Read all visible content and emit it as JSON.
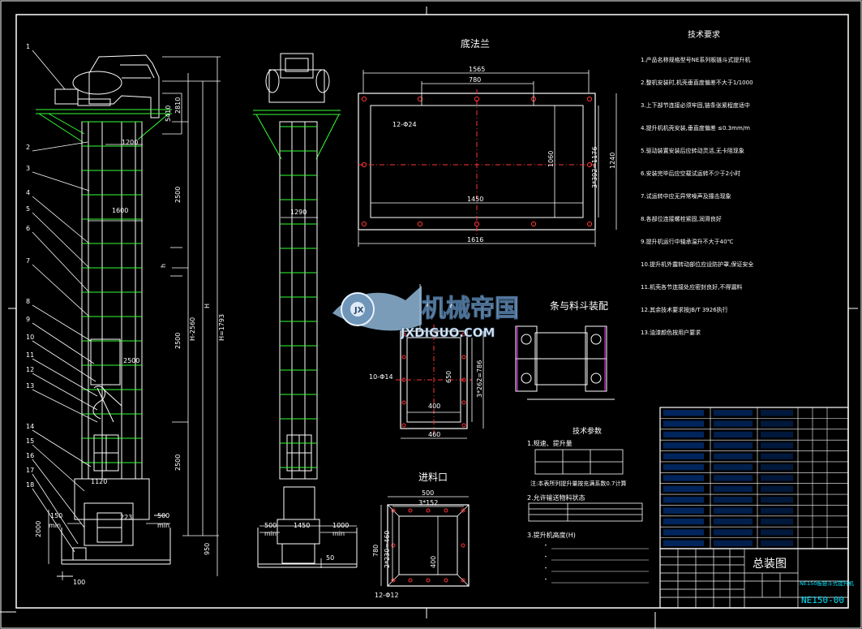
{
  "sections": {
    "bottom_flange": "底法兰",
    "tech_requirements": "技术要求",
    "inlet": "进料口",
    "chain_bucket": "条与料斗装配",
    "tech_params": "技术参数",
    "tech_param_rows": [
      "1.规速、提升量",
      "2.允许输送物料状态",
      "3.提升机高度(H)"
    ],
    "note_line": "注:本表所列提升量按充满系数0.7计算"
  },
  "watermark": {
    "cn": "机械帝国",
    "en": "JXDIGUO.COM"
  },
  "part_numbers": [
    "1",
    "2",
    "3",
    "4",
    "5",
    "6",
    "7",
    "8",
    "9",
    "10",
    "11",
    "12",
    "13",
    "14",
    "15",
    "16",
    "17",
    "18"
  ],
  "dims": {
    "flange_w_outer": "1565",
    "flange_w_inner": "780",
    "flange_holes": "12-Φ24",
    "flange_h_inner": "1060",
    "flange_w_bottom": "1450",
    "flange_w_total": "1616",
    "flange_h_total": "1240",
    "flange_h_side": "3*392=1176",
    "inlet_w": "500",
    "inlet_w2": "3*152",
    "inlet_h": "400",
    "inlet_holes": "12-Φ12",
    "inlet_h_side": "2*230=460",
    "inlet_h_left": "780",
    "chain_w": "460",
    "chain_h": "650",
    "chain_inner": "400",
    "chain_holes": "10-Φ14",
    "chain_side": "3*262=786",
    "front_h_total": "H=1793",
    "front_h": "H",
    "front_h2": "H-2560",
    "front_seg": "2500",
    "front_top": "1200",
    "front_top2": "1600",
    "front_angle": "2810",
    "front_k": "5410",
    "front_base": "2000",
    "front_base_w": "150",
    "front_base_w2": "500",
    "front_min": "min",
    "front_base_h": "950",
    "front_223": "223",
    "front_1120": "1120",
    "front_bottom": "100",
    "side_top": "1290",
    "side_base_l": "500",
    "side_base_r": "1000",
    "side_base": "1450",
    "side_min": "min",
    "side_b": "50",
    "h_mark": "h"
  },
  "tech_requirements_lines": [
    "1.产品名称规格型号NE系列板链斗式提升机",
    "2.整机安装时,机壳垂直度偏差不大于1/1000",
    "3.上下部节连接必须牢固,链条张紧程度适中",
    "4.提升机机壳安装,垂直度偏差 ≤0.3mm/m",
    "5.驱动装置安装后应转动灵活,无卡阻现象",
    "6.安装完毕后应空载试运转不少于2小时",
    "7.试运转中应无异常噪声及撞击现象",
    "8.各部位连接螺栓紧固,润滑良好",
    "9.提升机运行中轴承温升不大于40℃",
    "10.提升机外露转动部位应设防护罩,保证安全",
    "11.机壳各节连接处应密封良好,不得漏料",
    "12.其余技术要求按JB/T 3926执行",
    "13.油漆颜色按用户要求"
  ],
  "title_block": {
    "drawing_name": "总装图",
    "drawing_no": "NE150-00",
    "product": "NE150板链斗式提升机"
  },
  "bom_rows": 13
}
